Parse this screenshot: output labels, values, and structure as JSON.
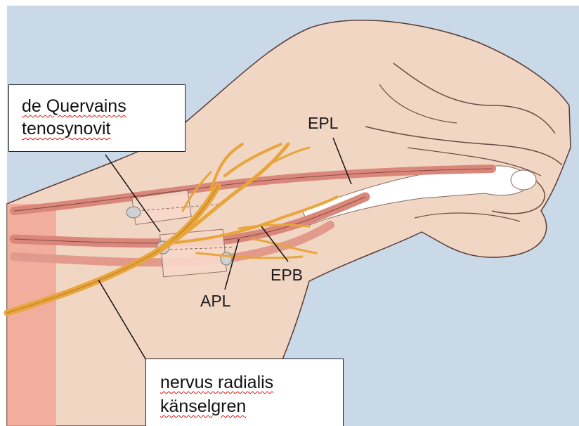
{
  "illustration": {
    "background_color": "#c9d9e7",
    "skin_color": "#f2d6c4",
    "nerve_color": "#e8a53a",
    "tendon_color": "#d9877a",
    "outline_color": "#5a3a36"
  },
  "callouts": {
    "quervain": {
      "line1": "de Quervains",
      "line2": "tenosynovit"
    },
    "nerve": {
      "line1": "nervus radialis",
      "line2": "känselgren"
    }
  },
  "tendon_labels": {
    "epl": "EPL",
    "epb": "EPB",
    "apl": "APL"
  }
}
